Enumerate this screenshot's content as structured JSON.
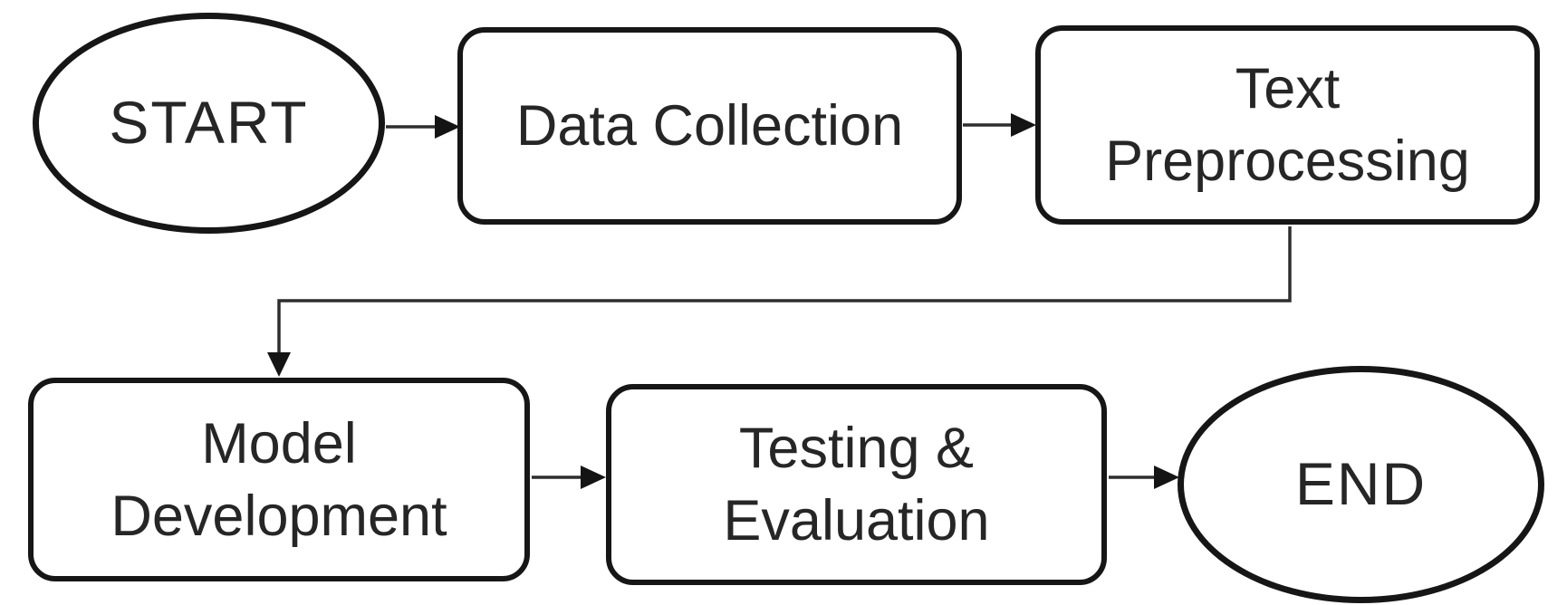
{
  "diagram": {
    "type": "flowchart",
    "nodes": [
      {
        "id": "start",
        "shape": "terminator",
        "label": "START"
      },
      {
        "id": "data_collection",
        "shape": "process",
        "label": "Data Collection"
      },
      {
        "id": "text_preprocessing",
        "shape": "process",
        "label": "Text\nPreprocessing"
      },
      {
        "id": "model_development",
        "shape": "process",
        "label": "Model\nDevelopment"
      },
      {
        "id": "testing_evaluation",
        "shape": "process",
        "label": "Testing &\nEvaluation"
      },
      {
        "id": "end",
        "shape": "terminator",
        "label": "END"
      }
    ],
    "edges": [
      {
        "from": "start",
        "to": "data_collection"
      },
      {
        "from": "data_collection",
        "to": "text_preprocessing"
      },
      {
        "from": "text_preprocessing",
        "to": "model_development"
      },
      {
        "from": "model_development",
        "to": "testing_evaluation"
      },
      {
        "from": "testing_evaluation",
        "to": "end"
      }
    ],
    "colors": {
      "background": "#ffffff",
      "shape_fill": "#ffffff",
      "shape_stroke": "#161616",
      "connector": "#2e2e2e",
      "text": "#262626"
    }
  }
}
